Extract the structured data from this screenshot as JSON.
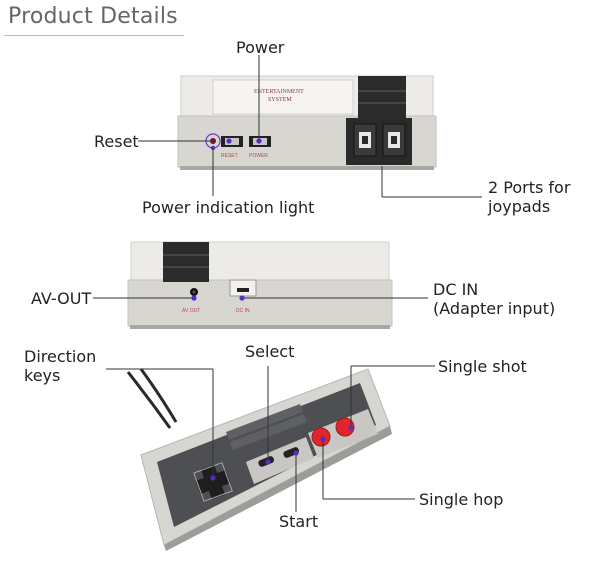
{
  "header": {
    "title": "Product Details"
  },
  "console_front": {
    "plate_line1": "ENTERTAINMENT",
    "plate_line2": "SYSTEM",
    "reset_small": "RESET",
    "power_small": "POWER"
  },
  "console_back": {
    "av_small": "AV OUT",
    "dc_small": "DC IN"
  },
  "labels": {
    "power": "Power",
    "reset": "Reset",
    "power_light": "Power indication light",
    "ports_line1": "2 Ports for",
    "ports_line2": "joypads",
    "av_out": "AV-OUT",
    "dc_in_line1": "DC IN",
    "dc_in_line2": "(Adapter input)",
    "direction_line1": "Direction",
    "direction_line2": "keys",
    "select": "Select",
    "single_shot": "Single shot",
    "single_hop": "Single hop",
    "start": "Start"
  },
  "colors": {
    "console_light": "#e8e6e1",
    "console_dark": "#cfccc6",
    "black_block": "#2a2a2a",
    "callout_dot": "#5b2bbf",
    "button_red": "#e0262b",
    "controller_grey": "#4e4f52"
  }
}
